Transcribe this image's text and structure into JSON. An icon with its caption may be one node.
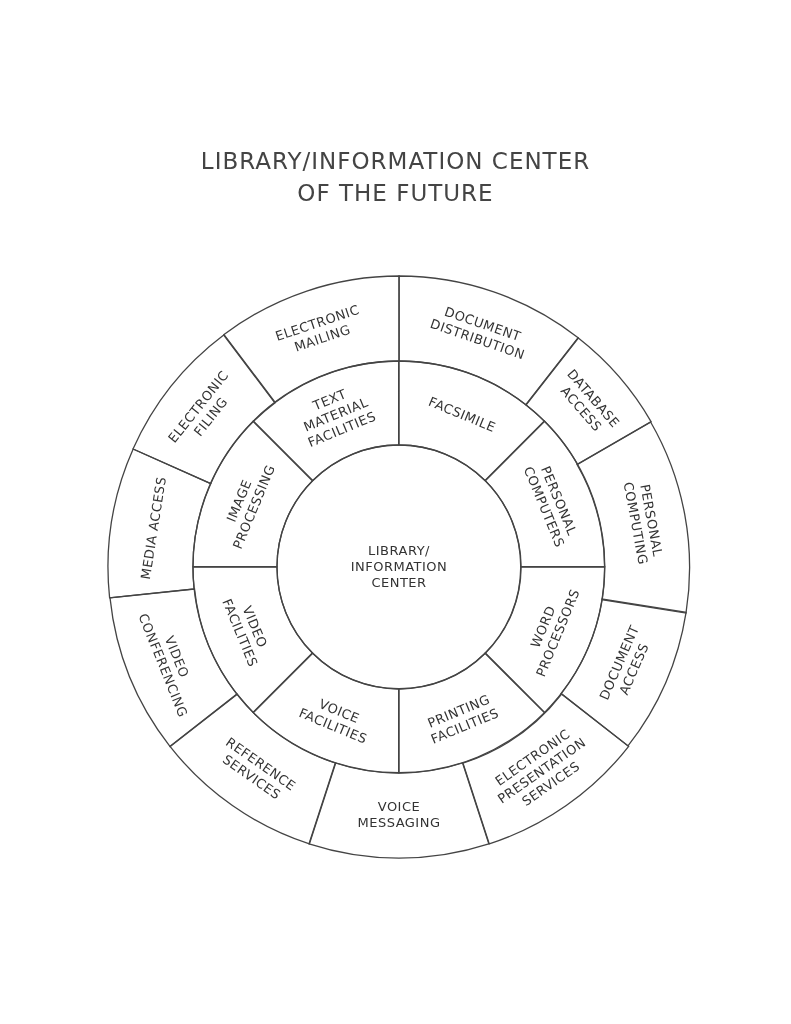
{
  "diagram": {
    "title": "LIBRARY/INFORMATION CENTER OF THE FUTURE",
    "nodes": [
      {
        "text": [
          "LIBRARY/ INFORMATION CENTER"
        ]
      },
      {
        "text": [
          "TEXT MATERIAL FACILITIES"
        ]
      },
      {
        "text": [
          "FACSIMILE"
        ]
      },
      {
        "text": [
          "PERSONAL COMPUTERS"
        ]
      },
      {
        "text": [
          "WORD PROCESSORS"
        ]
      },
      {
        "text": [
          "PRINTING FACILITIES"
        ]
      },
      {
        "text": [
          "VOICE FACILITIES"
        ]
      },
      {
        "text": [
          "VIDEO FACILITIES"
        ]
      },
      {
        "text": [
          "IMAGE PROCESSING"
        ]
      },
      {
        "text": [
          "DOCUMENT DISTRIBUTION"
        ]
      },
      {
        "text": [
          "DATABASE ACCESS"
        ]
      },
      {
        "text": [
          "PERSONAL COMPUTING"
        ]
      },
      {
        "text": [
          "DOCUMENT ACCESS"
        ]
      },
      {
        "text": [
          "ELECTRONIC PRESENTATION SERVICES"
        ]
      },
      {
        "text": [
          "VOICE MESSAGING"
        ]
      },
      {
        "text": [
          "REFERENCE SERVICES"
        ]
      },
      {
        "text": [
          "VIDEO CONFERENCING"
        ]
      },
      {
        "text": [
          "MEDIA ACCESS"
        ]
      },
      {
        "text": [
          "ELECTRONIC FILING"
        ]
      },
      {
        "text": [
          "ELECTRONIC MAILING"
        ]
      }
    ],
    "edges": []
  }
}
